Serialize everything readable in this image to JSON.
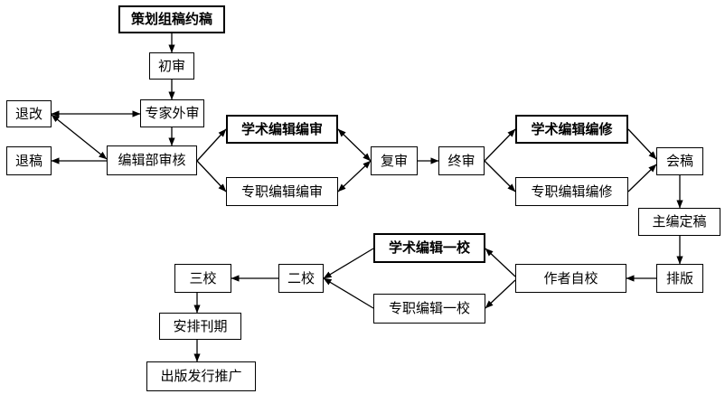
{
  "nodes": {
    "plan": "策划组稿约稿",
    "first_review": "初审",
    "expert_review": "专家外审",
    "revise": "退改",
    "reject": "退稿",
    "dept_review": "编辑部审核",
    "academic_edit_review": "学术编辑编审",
    "special_edit_review": "专职编辑编审",
    "re_review": "复审",
    "final_review": "终审",
    "academic_edit_revise": "学术编辑编修",
    "special_edit_revise": "专职编辑编修",
    "meeting": "会稿",
    "chief_finalize": "主编定稿",
    "typeset": "排版",
    "author_proof": "作者自校",
    "academic_proof1": "学术编辑一校",
    "special_proof1": "专职编辑一校",
    "proof2": "二校",
    "proof3": "三校",
    "schedule": "安排刊期",
    "publish": "出版发行推广"
  }
}
